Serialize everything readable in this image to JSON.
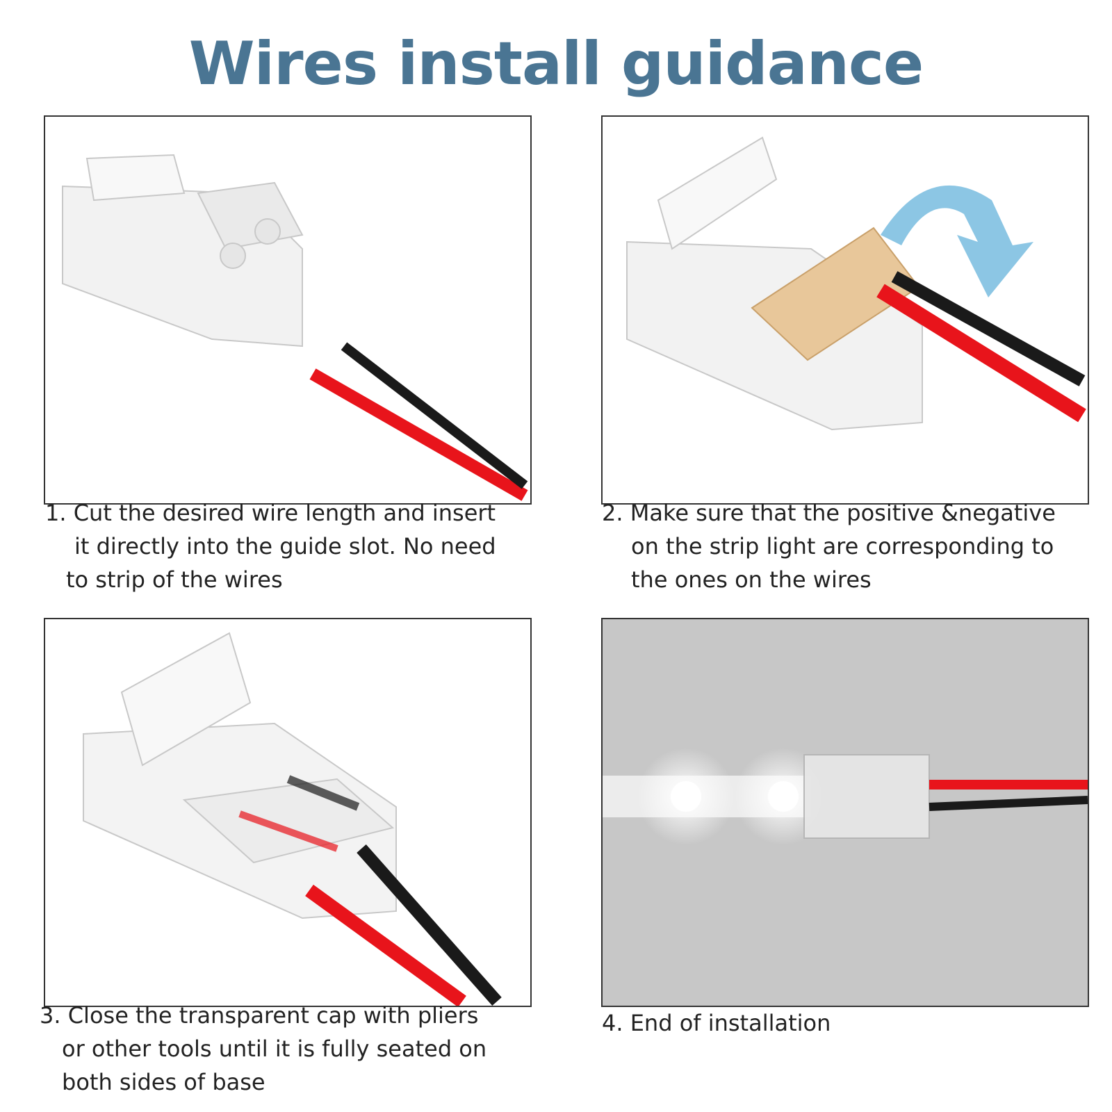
{
  "title": "Wires install guidance",
  "steps": [
    {
      "lines": [
        "1. Cut the desired wire length and insert",
        "it directly into the guide slot. No need",
        "to strip of the wires"
      ]
    },
    {
      "lines": [
        "2. Make sure that the positive &negative",
        "on the strip light are corresponding to",
        "the ones on the wires"
      ]
    },
    {
      "lines": [
        "3. Close the transparent cap with pliers",
        "or other tools until it is fully seated on",
        "both sides of base"
      ]
    },
    {
      "lines": [
        "4. End of installation"
      ]
    }
  ],
  "colors": {
    "title": "#4a7593",
    "wire_red": "#e8141b",
    "wire_black": "#1a1a1a",
    "arrow": "#8cc6e4"
  }
}
